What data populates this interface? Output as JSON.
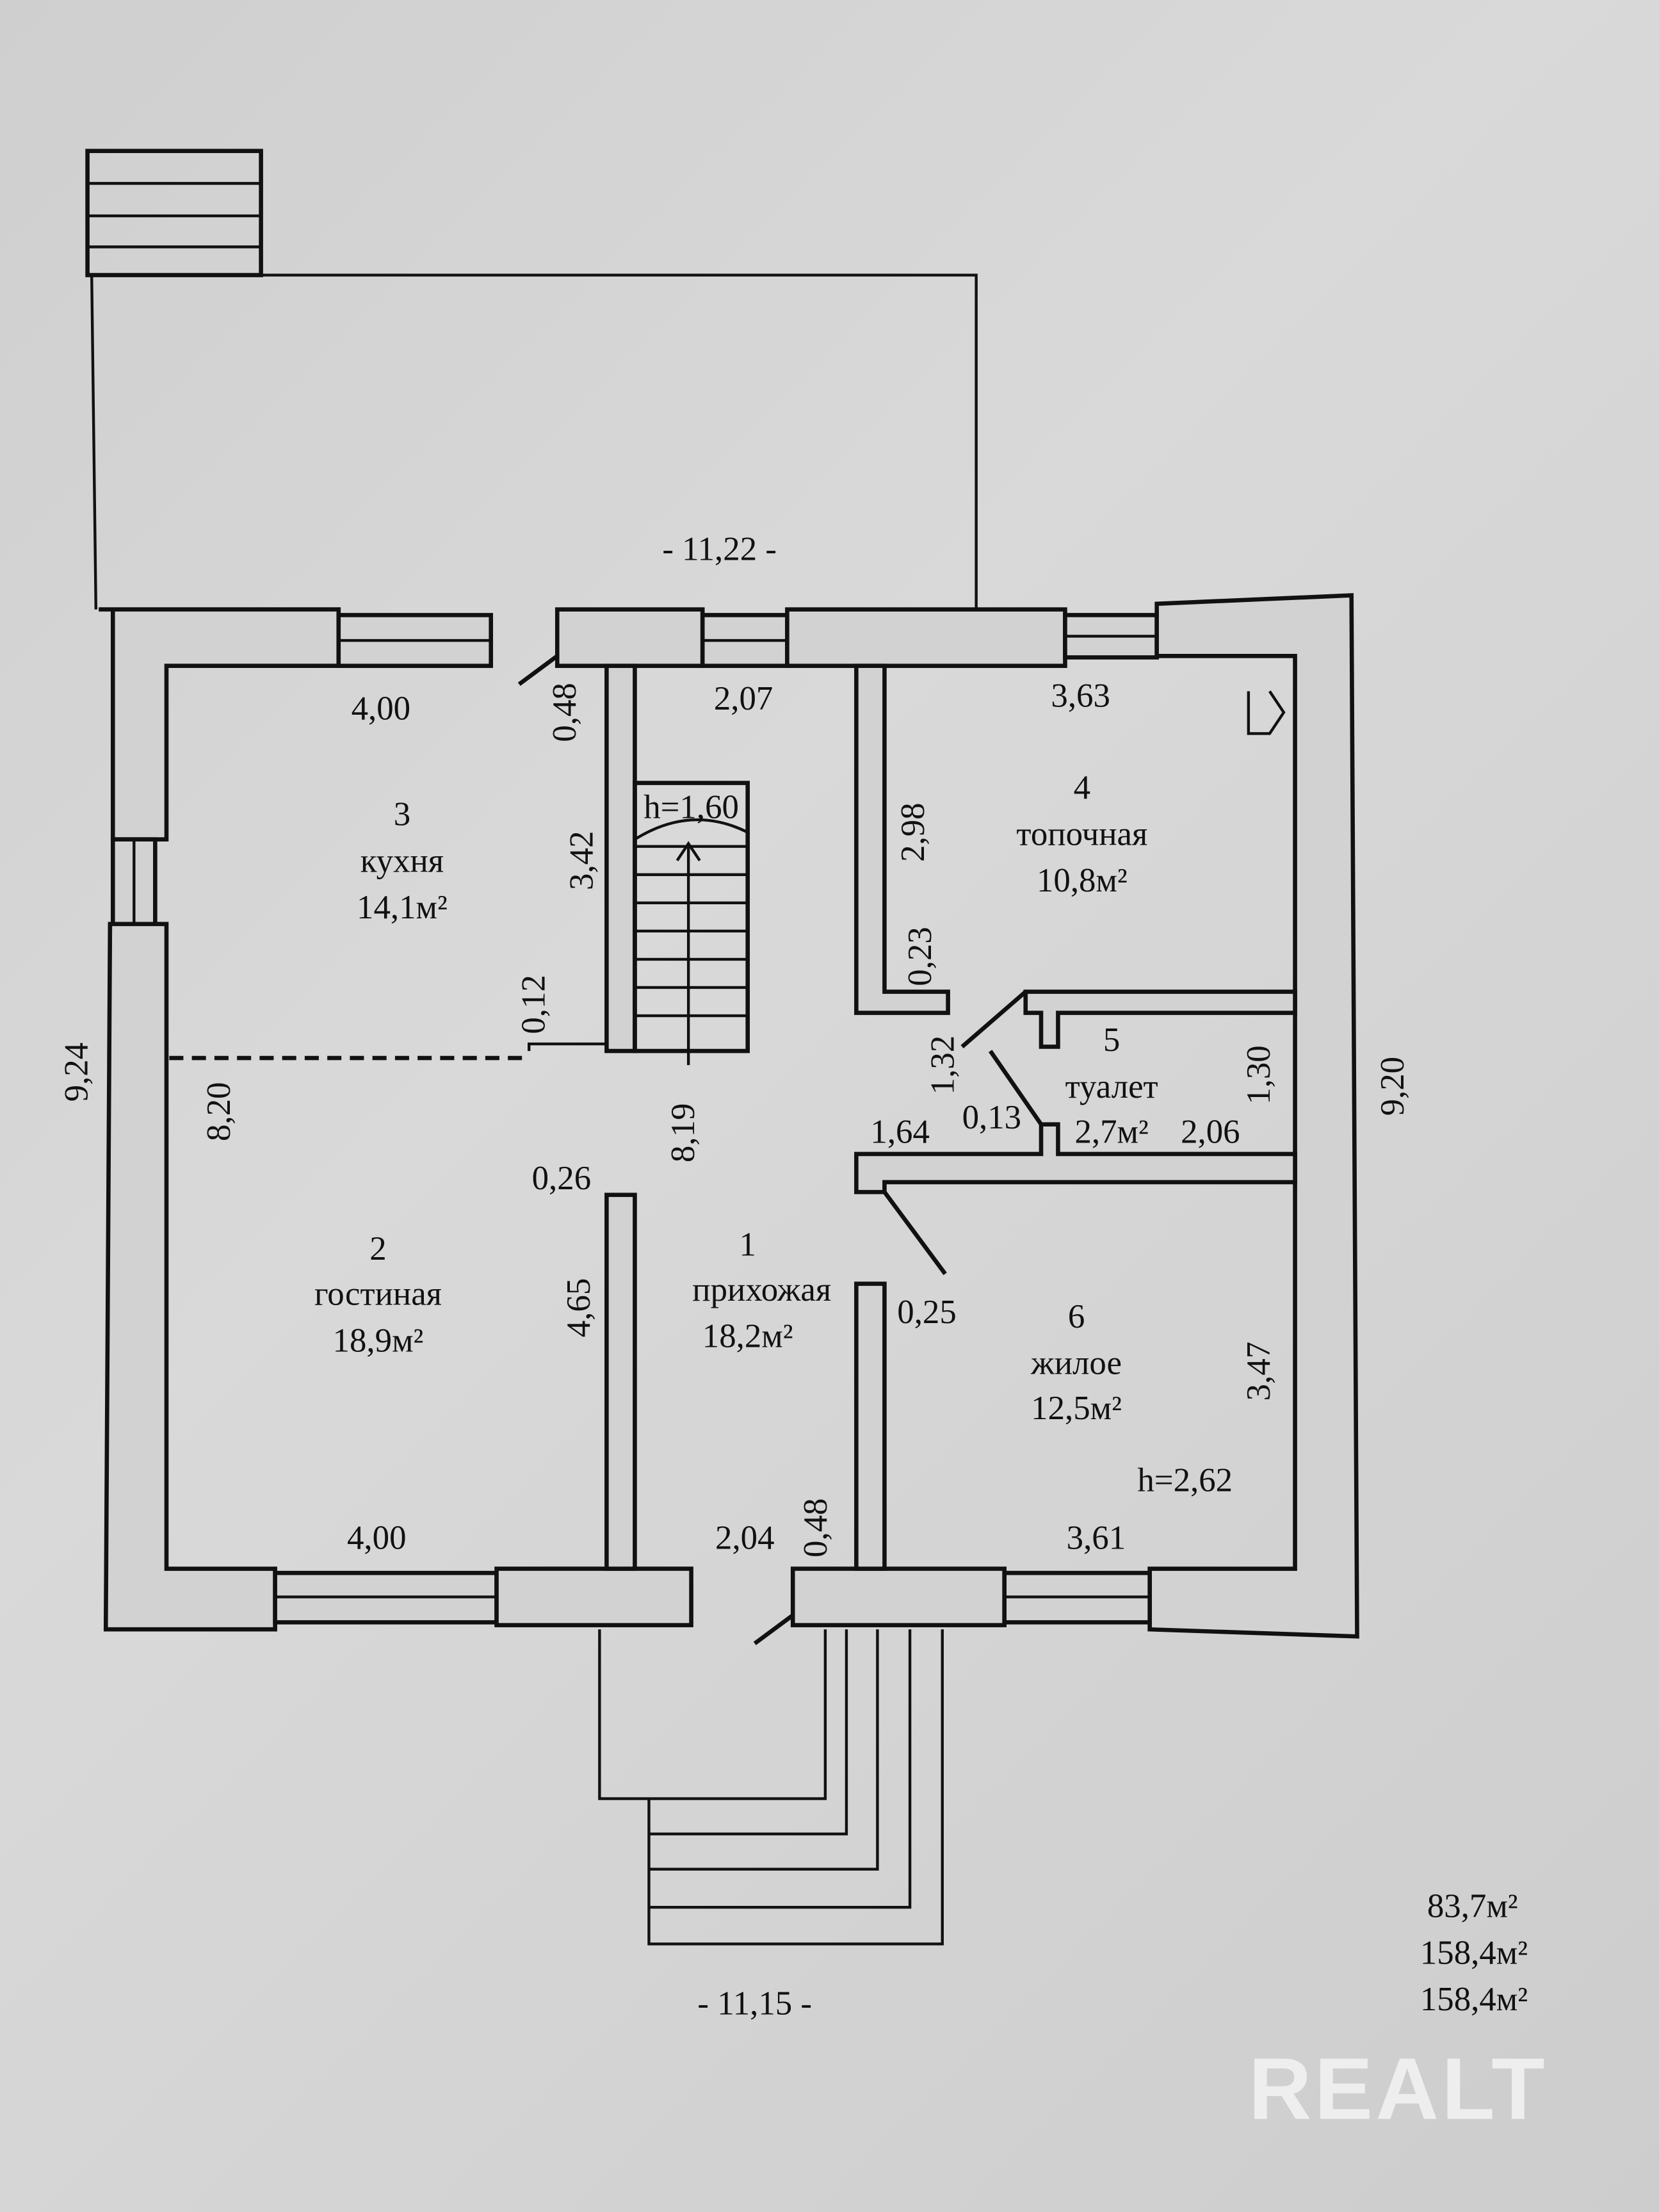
{
  "rooms": [
    {
      "num": "1",
      "name": "прихожая",
      "area": "18,2м²"
    },
    {
      "num": "2",
      "name": "гостиная",
      "area": "18,9м²"
    },
    {
      "num": "3",
      "name": "кухня",
      "area": "14,1м²"
    },
    {
      "num": "4",
      "name": "топочная",
      "area": "10,8м²"
    },
    {
      "num": "5",
      "name": "туалет",
      "area": "2,7м²"
    },
    {
      "num": "6",
      "name": "жилое",
      "area": "12,5м²"
    }
  ],
  "dimensions": {
    "top_overall": "- 11,22 -",
    "bottom_overall": "- 11,15 -",
    "left_overall": "9,24",
    "right_overall": "9,20",
    "kitchen_width": "4,00",
    "hall_top_width": "2,07",
    "boiler_width": "3,63",
    "door_top": "0,48",
    "stair_wall": "3,42",
    "stair_height": "h=1,60",
    "stair_offset": "0,12",
    "boiler_depth": "2,98",
    "boiler_offset": "0,23",
    "toilet_depth_left": "1,32",
    "toilet_offset": "0,13",
    "toilet_passage": "1,64",
    "toilet_width": "2,06",
    "toilet_depth": "1,30",
    "left_inner": "8,20",
    "hall_length": "8,19",
    "living_offset": "0,26",
    "living_wall": "4,65",
    "room6_offset": "0,25",
    "room6_depth": "3,47",
    "room6_height": "h=2,62",
    "living_width": "4,00",
    "hall_bottom_width": "2,04",
    "door_bottom": "0,48",
    "room6_width": "3,61"
  },
  "totals": [
    "83,7м²",
    "158,4м²",
    "158,4м²"
  ],
  "watermark": "REALT"
}
